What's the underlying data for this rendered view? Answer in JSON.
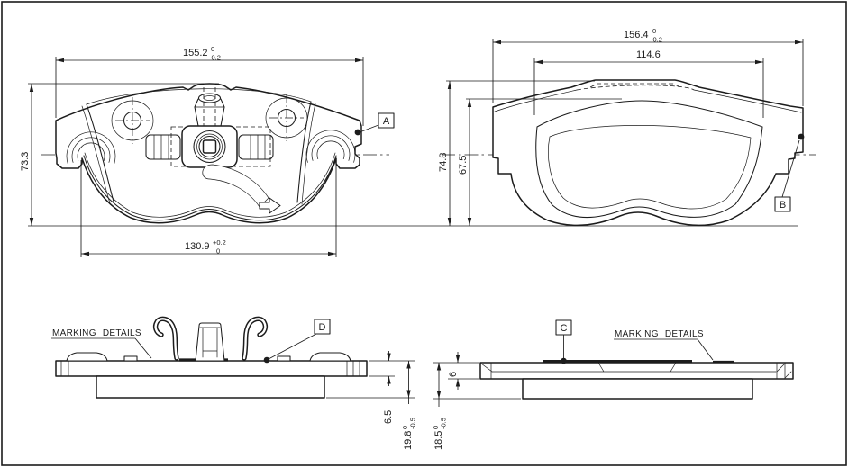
{
  "drawing": {
    "background": "#ffffff",
    "line_color": "#1c1c1c"
  },
  "view_front_back": {
    "callout": "A",
    "dim_overall_width": {
      "value": "155.2",
      "tol_upper": "0",
      "tol_lower": "-0.2"
    },
    "dim_height": {
      "value": "73.3"
    },
    "dim_lug_span": {
      "value": "130.9",
      "tol_upper": "+0.2",
      "tol_lower": "0"
    }
  },
  "view_front_face": {
    "callout": "B",
    "dim_overall_width": {
      "value": "156.4",
      "tol_upper": "0",
      "tol_lower": "-0.2"
    },
    "dim_pad_width": {
      "value": "114.6"
    },
    "dim_overall_height": {
      "value": "74.8"
    },
    "dim_pad_height": {
      "value": "67.5"
    }
  },
  "view_side_left": {
    "callout": "D",
    "marking_note": "MARKING DETAILS",
    "dim_plate_thickness": {
      "value": "6.5"
    },
    "dim_total_thickness": {
      "value": "19.8",
      "tol_upper": "0",
      "tol_lower": "-0.5"
    }
  },
  "view_side_right": {
    "callout": "C",
    "marking_note": "MARKING DETAILS",
    "dim_plate_thickness": {
      "value": "6"
    },
    "dim_total_thickness": {
      "value": "18.5",
      "tol_upper": "0",
      "tol_lower": "-0.5"
    }
  }
}
